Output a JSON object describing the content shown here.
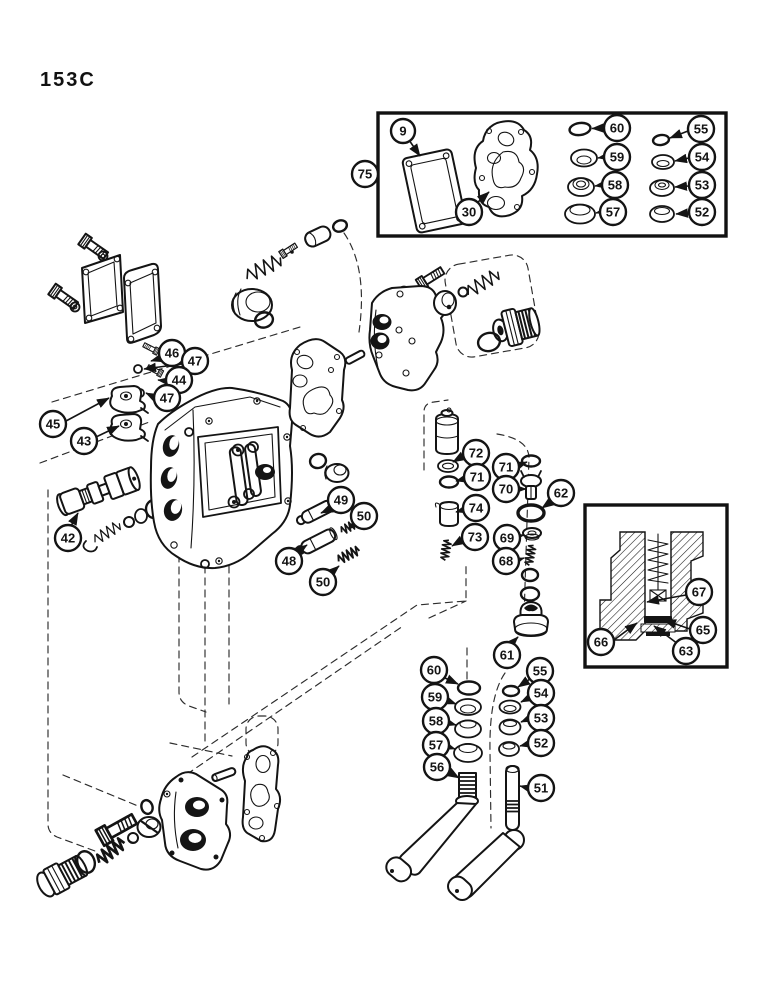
{
  "page": {
    "label": "153C"
  },
  "colors": {
    "ink": "#141414",
    "paper": "#ffffff"
  },
  "callouts": {
    "9": "9",
    "30": "30",
    "42": "42",
    "43": "43",
    "44": "44",
    "45": "45",
    "46": "46",
    "47": "47",
    "48": "48",
    "49": "49",
    "50": "50",
    "51": "51",
    "52": "52",
    "53": "53",
    "54": "54",
    "55": "55",
    "56": "56",
    "57": "57",
    "58": "58",
    "59": "59",
    "60": "60",
    "61": "61",
    "62": "62",
    "63": "63",
    "65": "65",
    "66": "66",
    "67": "67",
    "68": "68",
    "69": "69",
    "70": "70",
    "71": "71",
    "72": "72",
    "73": "73",
    "74": "74",
    "75": "75"
  }
}
